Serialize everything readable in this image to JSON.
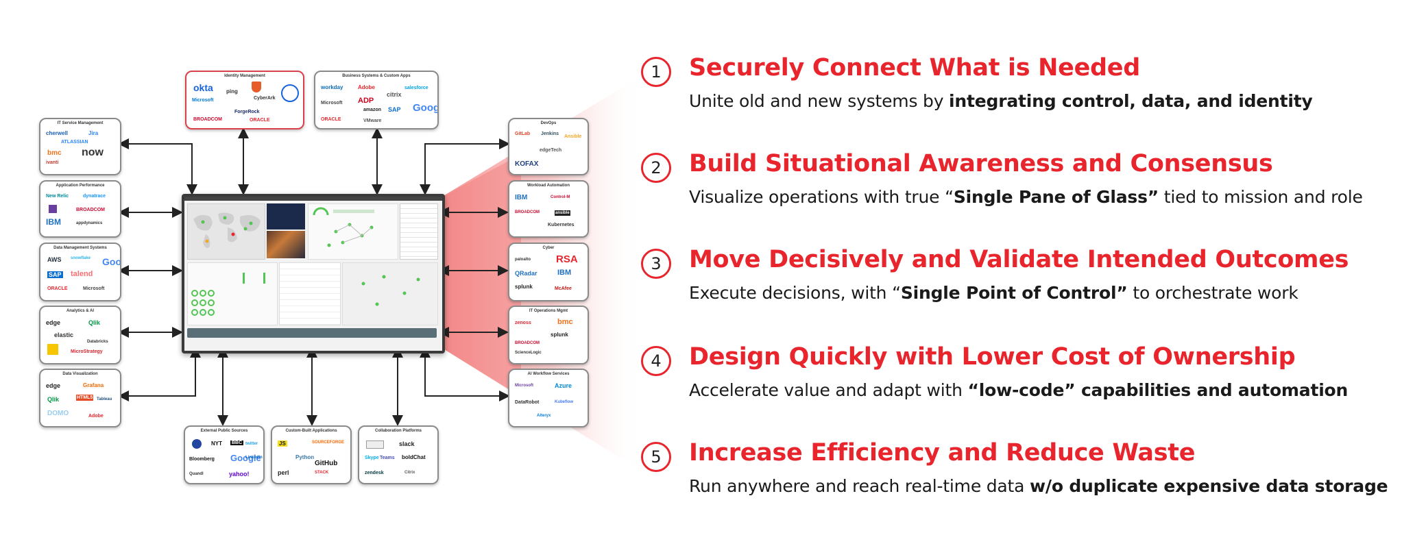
{
  "colors": {
    "accent": "#e8252c",
    "wedge": "#f6b0b0",
    "text": "#1a1a1a"
  },
  "top_boxes": [
    {
      "title": "Identity Management",
      "logos": [
        "okta",
        "Microsoft",
        "ping",
        "CyberArk",
        "ForgeRock",
        "BROADCOM",
        "ORACLE"
      ]
    },
    {
      "title": "Business Systems & Custom Apps",
      "logos": [
        "workday",
        "Adobe",
        "citrix",
        "salesforce",
        "Microsoft",
        "ADP",
        "amazon",
        "SAP",
        "Google",
        "ORACLE",
        "VMware"
      ]
    }
  ],
  "left_boxes": [
    {
      "title": "IT Service Management",
      "logos": [
        "cherwell",
        "Jira",
        "ATLASSIAN",
        "bmc",
        "now",
        "ivanti"
      ]
    },
    {
      "title": "Application Performance",
      "logos": [
        "New Relic",
        "dynatrace",
        "BROADCOM",
        "IBM",
        "appdynamics"
      ]
    },
    {
      "title": "Data Management Systems",
      "logos": [
        "AWS",
        "snowflake",
        "Google",
        "SAP",
        "talend",
        "ORACLE",
        "Microsoft"
      ]
    },
    {
      "title": "Analytics & AI",
      "logos": [
        "edge",
        "Qlik",
        "elastic",
        "Databricks",
        "MicroStrategy"
      ]
    },
    {
      "title": "Data Visualization",
      "logos": [
        "edge",
        "Grafana",
        "Qlik",
        "HTML5",
        "Tableau",
        "DOMO",
        "Adobe"
      ]
    }
  ],
  "right_boxes": [
    {
      "title": "DevOps",
      "logos": [
        "GitLab",
        "Jenkins",
        "Ansible",
        "edgeTech",
        "KOFAX"
      ]
    },
    {
      "title": "Workload Automation",
      "logos": [
        "IBM",
        "Control-M",
        "BROADCOM",
        "ansible",
        "Kubernetes"
      ]
    },
    {
      "title": "Cyber",
      "logos": [
        "paloalto",
        "RSA",
        "QRadar",
        "IBM",
        "splunk",
        "McAfee"
      ]
    },
    {
      "title": "IT Operations Mgmt",
      "logos": [
        "zenoss",
        "bmc",
        "BROADCOM",
        "splunk",
        "ScienceLogic"
      ]
    },
    {
      "title": "AI Workflow Services",
      "logos": [
        "Microsoft",
        "Azure",
        "DataRobot",
        "Kubeflow",
        "Alteryx"
      ]
    }
  ],
  "bottom_boxes": [
    {
      "title": "External Public Sources",
      "logos": [
        "Bloomberg",
        "NYT",
        "BBC",
        "twitter",
        "Google",
        "LinkedIn",
        "Quandl",
        "yahoo!"
      ]
    },
    {
      "title": "Custom-Built Applications",
      "logos": [
        "JS",
        "Python",
        "SOURCEFORGE",
        "GitHub",
        "perl",
        "STACK"
      ]
    },
    {
      "title": "Collaboration Platforms",
      "logos": [
        "slack",
        "Skype",
        "Teams",
        "boldChat",
        "zendesk",
        "Citrix"
      ]
    }
  ],
  "items": [
    {
      "number": "1",
      "heading": "Securely Connect What is Needed",
      "desc_plain": "Unite old and new systems by ",
      "desc_bold": "integrating control, data, and identity",
      "desc_tail": ""
    },
    {
      "number": "2",
      "heading": "Build Situational Awareness and Consensus",
      "desc_plain": "Visualize operations with true “",
      "desc_bold": "Single Pane of Glass”",
      "desc_tail": " tied to mission and role"
    },
    {
      "number": "3",
      "heading": "Move Decisively and Validate Intended Outcomes",
      "desc_plain": "Execute decisions, with “",
      "desc_bold": "Single Point of Control”",
      "desc_tail": " to orchestrate work"
    },
    {
      "number": "4",
      "heading": "Design Quickly with Lower Cost of Ownership",
      "desc_plain": "Accelerate value and adapt with ",
      "desc_bold": "“low-code” capabilities and automation",
      "desc_tail": ""
    },
    {
      "number": "5",
      "heading": "Increase Efficiency and Reduce Waste",
      "desc_plain": "Run anywhere and reach real-time data ",
      "desc_bold": "w/o duplicate expensive data storage",
      "desc_tail": ""
    }
  ]
}
